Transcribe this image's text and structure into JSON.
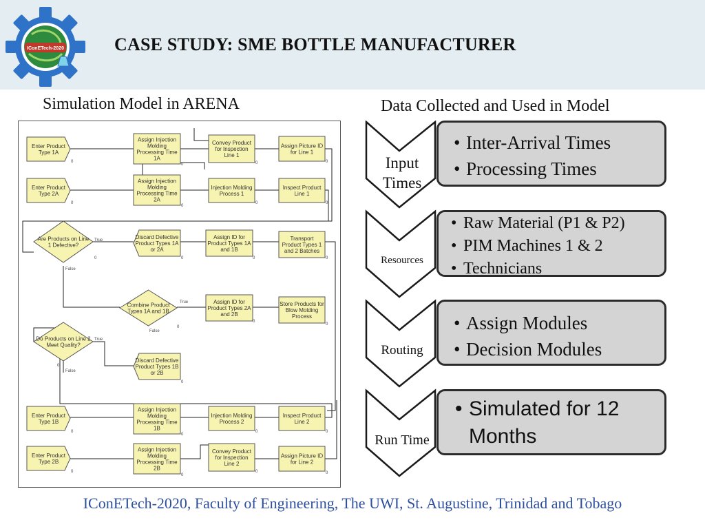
{
  "header": {
    "title": "CASE STUDY: SME BOTTLE MANUFACTURER",
    "logo_text": "IConETech-2020"
  },
  "left_title": "Simulation Model in ARENA",
  "right_title": "Data Collected and Used in Model",
  "arena_model": {
    "modules": {
      "enter_1a": "Enter Product|Type 1A",
      "assign_im_1a": "Assign Injection|Molding|Processing Time|1A",
      "convey_inspection_1": "Convey Product|for Inspection|Line 1",
      "assign_picture_id_1": "Assign Picture ID|for Line 1",
      "enter_2a": "Enter Product|Type 2A",
      "assign_im_2a": "Assign Injection|Molding|Processing Time|2A",
      "im_process_1": "Injection Molding|Process 1",
      "inspect_line_1": "Inspect Product|Line 1",
      "decide_line1_defective": "Are Products on Line|1 Defective?",
      "discard_1a_2a": "Discard Defective|Product Types 1A|or 2A",
      "assign_id_1a_1b": "Assign ID for|Product Types 1A|and 1B",
      "transport_batches": "Transport|Product Types 1|and 2 Batches",
      "combine_1a_1b": "Combine Product|Types 1A and 1B",
      "assign_id_2a_2b": "Assign ID for|Product Types 2A|and 2B",
      "store_blow_molding": "Store Products for|Blow Molding|Process",
      "decide_line2_quality": "Do Products on Line 2|Meet Quality?",
      "discard_1b_2b": "Discard Defective|Product Types 1B|or 2B",
      "enter_1b": "Enter Product|Type 1B",
      "assign_im_1b": "Assign Injection|Molding|Processing Time|1B",
      "im_process_2": "Injection Molding|Process 2",
      "inspect_line_2": "Inspect Product|Line 2",
      "enter_2b": "Enter Product|Type 2B",
      "assign_im_2b": "Assign Injection|Molding|Processing Time|2B",
      "convey_inspection_2": "Convey Product|for Inspection|Line 2",
      "assign_picture_id_2": "Assign Picture ID|for Line 2"
    },
    "branch_true": "True",
    "branch_false": "False",
    "counter": "0"
  },
  "steps": [
    {
      "label": "Input|Times",
      "items": [
        "Inter-Arrival Times",
        "Processing Times"
      ]
    },
    {
      "label": "Resources",
      "items": [
        "Raw Material (P1 & P2)",
        "PIM Machines 1 & 2",
        "Technicians"
      ]
    },
    {
      "label": "Routing",
      "items": [
        "Assign Modules",
        "Decision Modules"
      ]
    },
    {
      "label": "Run Time",
      "items": [
        "Simulated for 12 Months"
      ]
    }
  ],
  "footer": "IConETech-2020, Faculty of Engineering, The UWI, St. Augustine, Trinidad and Tobago",
  "colors": {
    "header_bg": "#e3edf2",
    "module_fill": "#f7f3b0",
    "detail_box": "#d4d4d4",
    "footer_text": "#2e4f9e"
  }
}
